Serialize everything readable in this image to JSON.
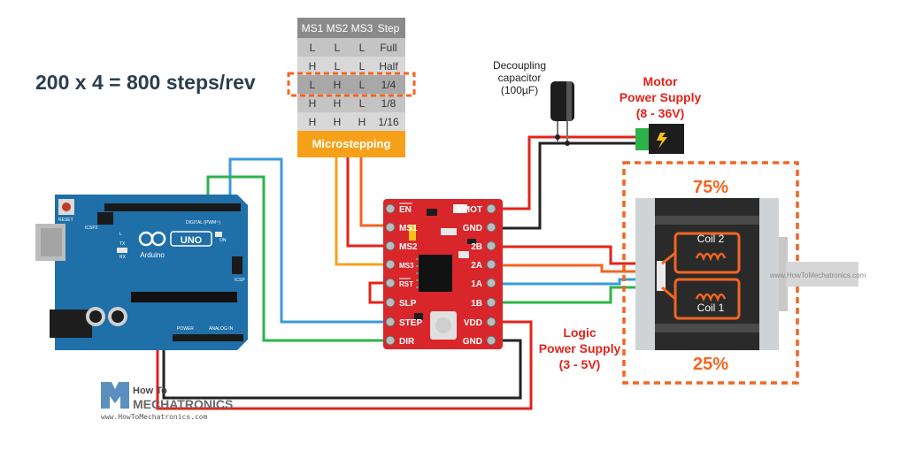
{
  "equation": "200 x 4 = 800 steps/rev",
  "table": {
    "headers": [
      "MS1",
      "MS2",
      "MS3",
      "Step"
    ],
    "rows": [
      [
        "L",
        "L",
        "L",
        "Full"
      ],
      [
        "H",
        "L",
        "L",
        "Half"
      ],
      [
        "L",
        "H",
        "L",
        "1/4"
      ],
      [
        "H",
        "H",
        "L",
        "1/8"
      ],
      [
        "H",
        "H",
        "H",
        "1/16"
      ]
    ],
    "footer": "Microstepping",
    "highlighted_row": 2
  },
  "capacitor": {
    "line1": "Decoupling",
    "line2": "capacitor",
    "line3": "(100µF)"
  },
  "motor_supply": {
    "line1": "Motor",
    "line2": "Power Supply",
    "line3": "(8 - 36V)"
  },
  "logic_supply": {
    "line1": "Logic",
    "line2": "Power Supply",
    "line3": "(3 - 5V)"
  },
  "driver": {
    "left_pins": [
      "EN",
      "MS1",
      "MS2",
      "MS3",
      "RST",
      "SLP",
      "STEP",
      "DIR"
    ],
    "right_pins": [
      "VMOT",
      "GND",
      "2B",
      "2A",
      "1A",
      "1B",
      "VDD",
      "GND"
    ]
  },
  "motor": {
    "top_percent": "75%",
    "bottom_percent": "25%",
    "coil2": "Coil 2",
    "coil1": "Coil 1",
    "watermark": "www.HowToMechatronics.com"
  },
  "arduino": {
    "uno": "UNO",
    "arduino": "Arduino",
    "digital_label": "DIGITAL (PWM~)",
    "power_label": "POWER",
    "analog_label": "ANALOG IN",
    "reset": "RESET",
    "icsp": "ICSP2",
    "icsp1": "ICSP",
    "tx": "TX",
    "rx": "RX",
    "l": "L",
    "on": "ON"
  },
  "logo": {
    "line1": "How To",
    "line2": "MECHATRONICS",
    "url": "www.HowToMechatronics.com"
  },
  "colors": {
    "orange_accent": "#f26522",
    "red_text": "#e2231a",
    "table_header": "#8a8a8a",
    "table_footer": "#f7a11a",
    "driver_red": "#d9262a",
    "arduino_blue": "#1f6fa8"
  }
}
